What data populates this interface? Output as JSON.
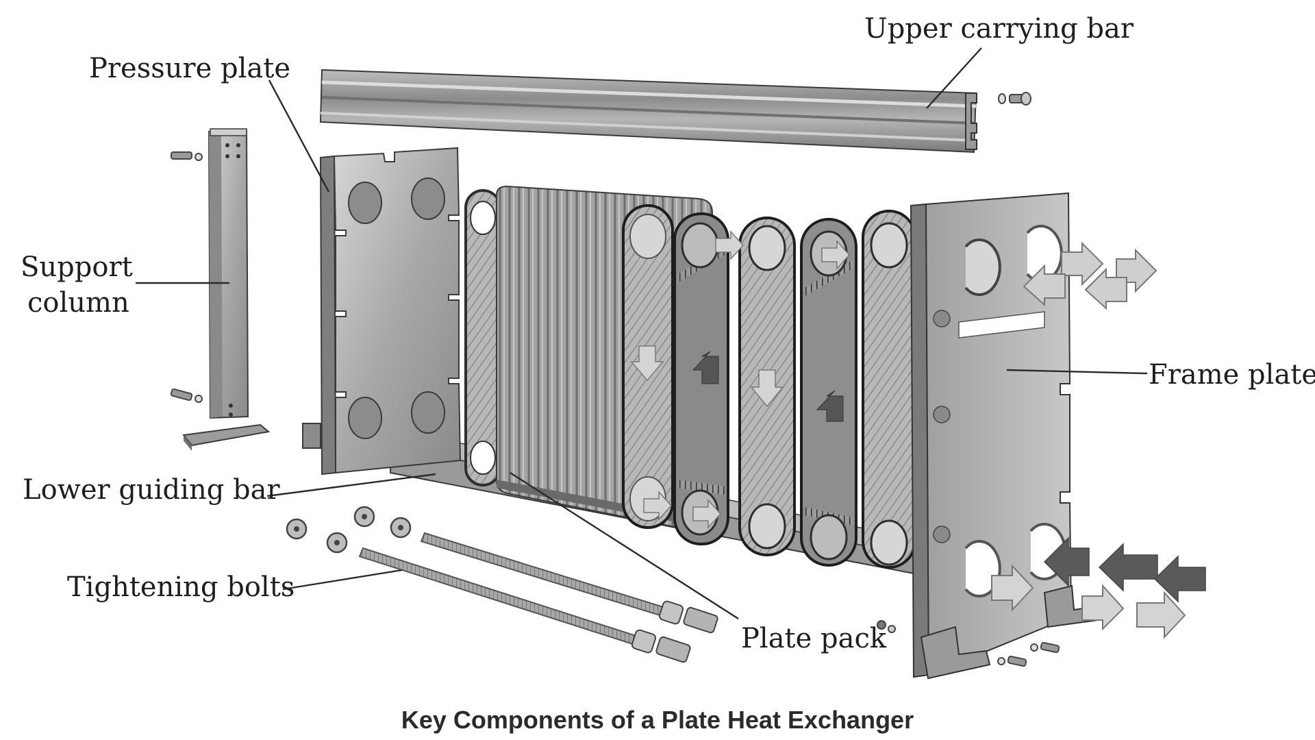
{
  "figure": {
    "caption": "Key Components of a Plate Heat Exchanger",
    "labels": {
      "pressure_plate": "Pressure plate",
      "upper_carrying_bar": "Upper carrying bar",
      "support_column_line1": "Support",
      "support_column_line2": "column",
      "frame_plate": "Frame plate",
      "lower_guiding_bar": "Lower guiding bar",
      "tightening_bolts": "Tightening bolts",
      "plate_pack": "Plate pack"
    },
    "components": [
      "Pressure plate",
      "Upper carrying bar",
      "Support column",
      "Frame plate",
      "Lower guiding bar",
      "Tightening bolts",
      "Plate pack"
    ],
    "colors": {
      "background": "#ffffff",
      "metal_light": "#c4c4c4",
      "metal_mid": "#9a9a9a",
      "metal_dark": "#6a6a6a",
      "outline": "#3a3a3a",
      "arrow_light": "#cfcfcf",
      "arrow_dark": "#5a5a5a",
      "text": "#1e1e1e"
    }
  }
}
